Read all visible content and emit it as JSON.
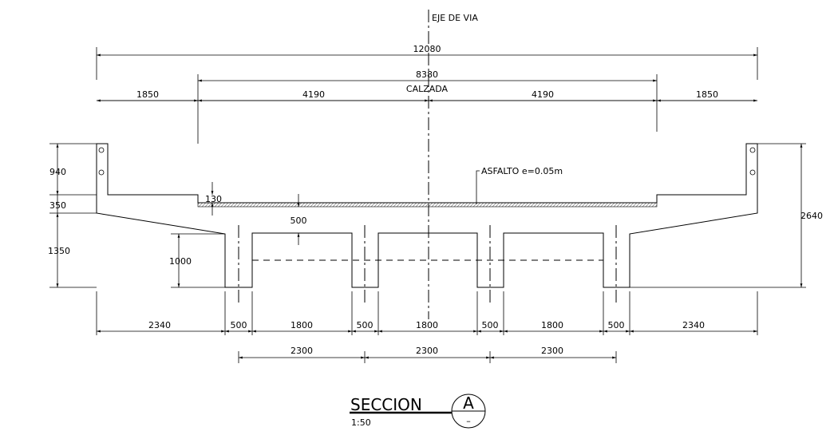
{
  "labels": {
    "axis": "EJE DE VIA",
    "calzada": "CALZADA",
    "asphalt": "ASFALTO e=0.05m",
    "section_title": "SECCION",
    "scale": "1:50",
    "section_letter": "A",
    "section_sheet": "–"
  },
  "dimensions": {
    "total_width": "12080",
    "carriageway": "8380",
    "sidewalk_left": "1850",
    "lane_left": "4190",
    "lane_right": "4190",
    "sidewalk_right": "1850",
    "parapet_height": "940",
    "slab_edge": "350",
    "overhang_depth": "1350",
    "total_height": "2640",
    "asphalt_thickness": "130",
    "slab_thickness": "500",
    "void_height": "1000",
    "bottom_overhang_left": "2340",
    "web_1": "500",
    "void_1": "1800",
    "web_2": "500",
    "void_2": "1800",
    "web_3": "500",
    "void_3": "1800",
    "web_4": "500",
    "bottom_overhang_right": "2340",
    "web_spacing_1": "2300",
    "web_spacing_2": "2300",
    "web_spacing_3": "2300"
  }
}
